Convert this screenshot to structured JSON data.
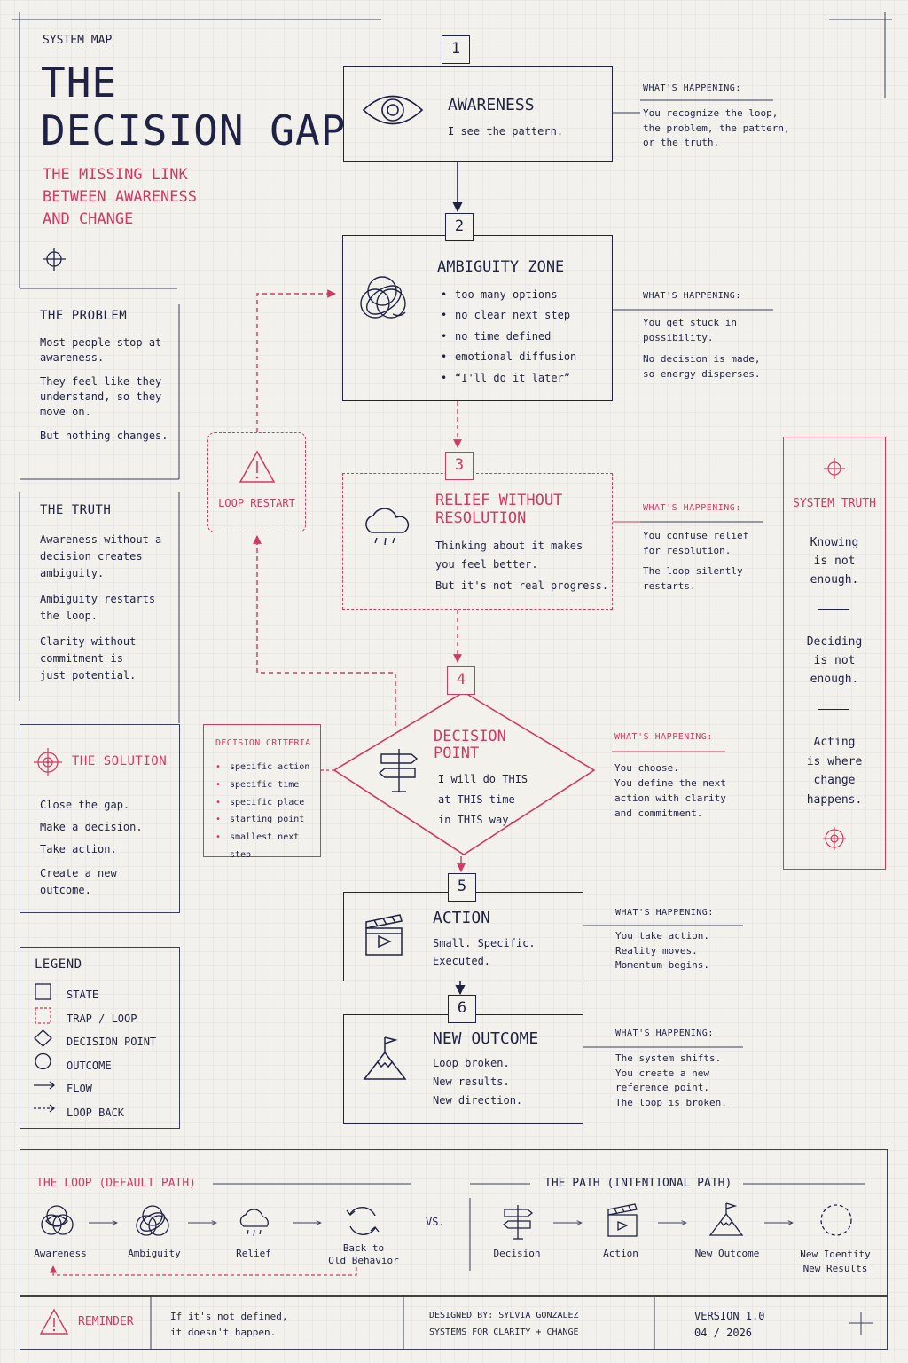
{
  "header": {
    "kicker": "SYSTEM MAP",
    "title_line1": "THE",
    "title_line2": "DECISION GAP",
    "subtitle_lines": [
      "THE MISSING LINK",
      "BETWEEN AWARENESS",
      "AND CHANGE"
    ]
  },
  "left": {
    "problem": {
      "title": "THE PROBLEM",
      "paragraphs": [
        "Most people stop at awareness.",
        "They feel like they understand, so they move on.",
        "But nothing changes."
      ]
    },
    "truth": {
      "title": "THE TRUTH",
      "paragraphs": [
        "Awareness without a decision creates ambiguity.",
        "Ambiguity restarts the loop.",
        "Clarity without commitment is just potential."
      ]
    },
    "solution": {
      "title": "THE SOLUTION",
      "lines": [
        "Close the gap.",
        "Make a decision.",
        "Take action."
      ],
      "final": "Create a new outcome."
    },
    "legend": {
      "title": "LEGEND",
      "items": [
        "STATE",
        "TRAP / LOOP",
        "DECISION POINT",
        "OUTCOME",
        "FLOW",
        "LOOP BACK"
      ]
    }
  },
  "steps": [
    {
      "num": "1",
      "title": "AWARENESS",
      "body": "I see the pattern.",
      "what_label": "WHAT'S HAPPENING:",
      "what": [
        "You recognize the loop,",
        "the problem, the pattern,",
        "or the truth."
      ]
    },
    {
      "num": "2",
      "title": "AMBIGUITY ZONE",
      "bullets": [
        "too many options",
        "no clear next step",
        "no time defined",
        "emotional diffusion",
        "“I'll do it later”"
      ],
      "what_label": "WHAT'S HAPPENING:",
      "what": [
        "You get stuck in",
        "possibility."
      ],
      "what2": [
        "No decision is made,",
        "so energy disperses."
      ]
    },
    {
      "num": "3",
      "title_line1": "RELIEF WITHOUT",
      "title_line2": "RESOLUTION",
      "body": [
        "Thinking about it makes",
        "you feel better."
      ],
      "body2": "But it's not real progress.",
      "what_label": "WHAT'S HAPPENING:",
      "what": [
        "You confuse relief",
        "for resolution."
      ],
      "what2": [
        "The loop silently",
        "restarts."
      ]
    },
    {
      "num": "4",
      "title_line1": "DECISION",
      "title_line2": "POINT",
      "body": [
        "I will do THIS",
        "at THIS time",
        "in THIS way."
      ],
      "what_label": "WHAT'S HAPPENING:",
      "what": [
        "You choose.",
        "You define the next",
        "action with clarity",
        "and commitment."
      ]
    },
    {
      "num": "5",
      "title": "ACTION",
      "body": [
        "Small. Specific.",
        "Executed."
      ],
      "what_label": "WHAT'S HAPPENING:",
      "what": [
        "You take action.",
        "Reality moves.",
        "Momentum begins."
      ]
    },
    {
      "num": "6",
      "title": "NEW OUTCOME",
      "body": [
        "Loop broken.",
        "New results.",
        "New direction."
      ],
      "what_label": "WHAT'S HAPPENING:",
      "what": [
        "The system shifts.",
        "You create a new",
        "reference point.",
        "The loop is broken."
      ]
    }
  ],
  "loop_restart": "LOOP RESTART",
  "criteria": {
    "title": "DECISION CRITERIA",
    "items": [
      "specific action",
      "specific time",
      "specific place",
      "starting point",
      "smallest next step"
    ]
  },
  "system_truth": {
    "title": "SYSTEM TRUTH",
    "blocks": [
      [
        "Knowing",
        "is not",
        "enough."
      ],
      [
        "Deciding",
        "is not",
        "enough."
      ],
      [
        "Acting",
        "is where",
        "change",
        "happens."
      ]
    ]
  },
  "bottom": {
    "loop_title": "THE LOOP (DEFAULT PATH)",
    "loop_items": [
      "Awareness",
      "Ambiguity",
      "Relief",
      "Back to\nOld Behavior"
    ],
    "vs": "VS.",
    "path_title": "THE PATH (INTENTIONAL PATH)",
    "path_items": [
      "Decision",
      "Action",
      "New Outcome",
      "New Identity\nNew Results"
    ]
  },
  "footer": {
    "reminder_label": "REMINDER",
    "reminder_text": [
      "If it's not defined,",
      "it doesn't happen."
    ],
    "designed_by": "DESIGNED BY: SYLVIA GONZALEZ",
    "tagline": "SYSTEMS FOR CLARITY + CHANGE",
    "version": "VERSION 1.0",
    "date": "04 / 2026"
  },
  "colors": {
    "navy": "#1f2244",
    "accent": "#cf3a63",
    "paper": "#f3f1ec"
  }
}
